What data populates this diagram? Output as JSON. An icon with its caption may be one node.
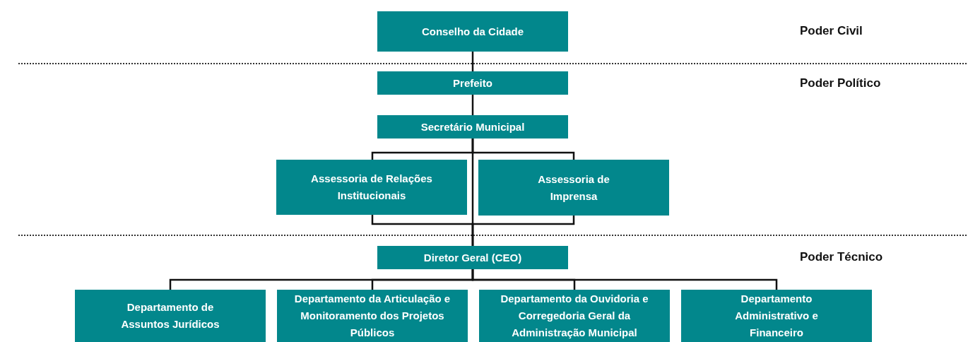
{
  "diagram": {
    "nodes": [
      {
        "text": [
          "Conselho da Cidade"
        ]
      },
      {
        "text": [
          "Prefeito"
        ]
      },
      {
        "text": [
          "Secretário Municipal"
        ]
      },
      {
        "text": [
          "Assessoria de Relações Institucionais"
        ]
      },
      {
        "text": [
          "Assessoria de Imprensa"
        ]
      },
      {
        "text": [
          "Diretor Geral (CEO)"
        ]
      },
      {
        "text": [
          "Departamento de Assuntos Jurídicos"
        ]
      },
      {
        "text": [
          "Departamento da Articulação e Monitoramento dos Projetos Públicos"
        ]
      },
      {
        "text": [
          "Departamento da Ouvidoria e Corregedoria Geral da Administração Municipal"
        ]
      },
      {
        "text": [
          "Departamento Administrativo e Financeiro"
        ]
      }
    ],
    "edges": [
      {
        "from": 0,
        "to": 1,
        "arrow": "none"
      },
      {
        "from": 1,
        "to": 2,
        "arrow": "none"
      },
      {
        "from": 2,
        "to": 3,
        "arrow": "none"
      },
      {
        "from": 2,
        "to": 4,
        "arrow": "none"
      },
      {
        "from": 3,
        "to": 5,
        "arrow": "none"
      },
      {
        "from": 4,
        "to": 5,
        "arrow": "none"
      },
      {
        "from": 2,
        "to": 5,
        "arrow": "none"
      },
      {
        "from": 5,
        "to": 6,
        "arrow": "none"
      },
      {
        "from": 5,
        "to": 7,
        "arrow": "none"
      },
      {
        "from": 5,
        "to": 8,
        "arrow": "none"
      },
      {
        "from": 5,
        "to": 9,
        "arrow": "none"
      }
    ],
    "labels": [
      "Poder Civil",
      "Poder Político",
      "Poder Técnico"
    ]
  }
}
